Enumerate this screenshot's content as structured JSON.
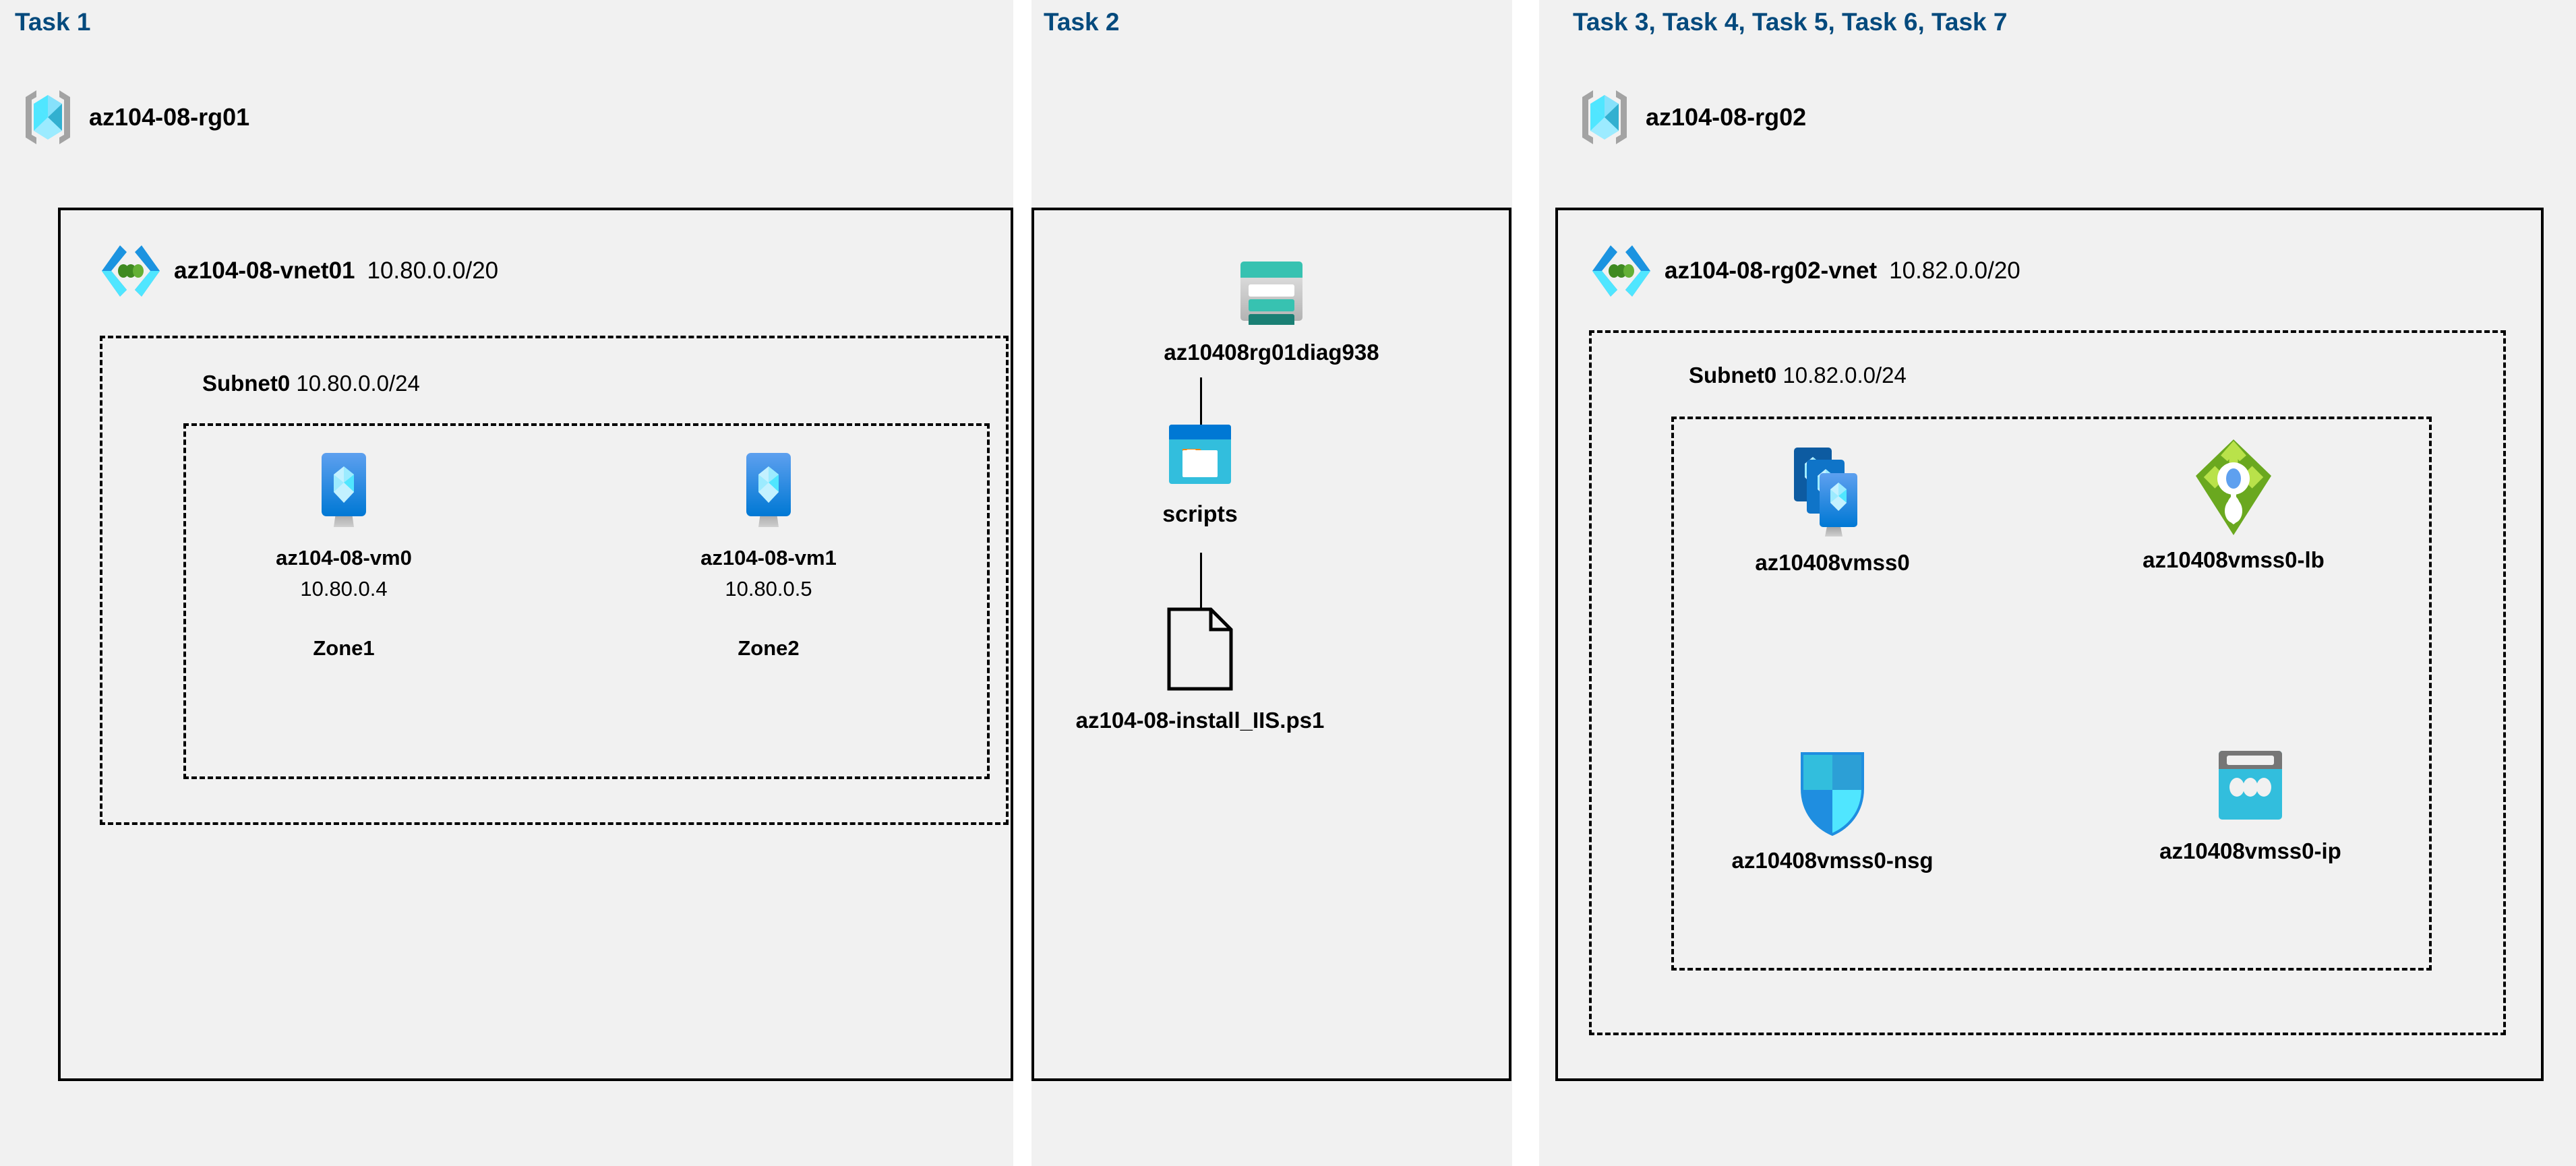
{
  "panels": [
    {
      "heading": "Task 1"
    },
    {
      "heading": "Task 2"
    },
    {
      "heading": "Task 3, Task 4, Task 5, Task 6, Task 7"
    }
  ],
  "task1": {
    "resource_group": {
      "name": "az104-08-rg01",
      "icon": "resource-group-icon"
    },
    "vnet": {
      "name": "az104-08-vnet01",
      "cidr": "10.80.0.0/20",
      "icon": "virtual-network-icon"
    },
    "subnet": {
      "name": "Subnet0",
      "cidr": "10.80.0.0/24"
    },
    "vms": [
      {
        "name": "az104-08-vm0",
        "ip": "10.80.0.4",
        "zone": "Zone1",
        "icon": "virtual-machine-icon"
      },
      {
        "name": "az104-08-vm1",
        "ip": "10.80.0.5",
        "zone": "Zone2",
        "icon": "virtual-machine-icon"
      }
    ]
  },
  "task2": {
    "storage_account": {
      "name": "az10408rg01diag938",
      "icon": "storage-account-icon"
    },
    "container": {
      "name": "scripts",
      "icon": "blob-container-icon"
    },
    "file": {
      "name": "az104-08-install_IIS.ps1",
      "icon": "file-icon"
    }
  },
  "task3": {
    "resource_group": {
      "name": "az104-08-rg02",
      "icon": "resource-group-icon"
    },
    "vnet": {
      "name": "az104-08-rg02-vnet",
      "cidr": "10.82.0.0/20",
      "icon": "virtual-network-icon"
    },
    "subnet": {
      "name": "Subnet0",
      "cidr": "10.82.0.0/24"
    },
    "resources": [
      {
        "name": "az10408vmss0",
        "icon": "vm-scale-set-icon"
      },
      {
        "name": "az10408vmss0-lb",
        "icon": "load-balancer-icon"
      },
      {
        "name": "az10408vmss0-nsg",
        "icon": "network-security-group-icon"
      },
      {
        "name": "az10408vmss0-ip",
        "icon": "public-ip-address-icon"
      }
    ]
  },
  "colors": {
    "panel_background": "#f1f1f1",
    "page_background": "#ffffff",
    "heading_blue": "#054a7d",
    "border_black": "#000000",
    "azure_blue": "#0078d4",
    "azure_cyan": "#50e6ff",
    "storage_teal": "#37c2b1",
    "lb_green": "#7fba00",
    "container_blue": "#32bedd"
  }
}
